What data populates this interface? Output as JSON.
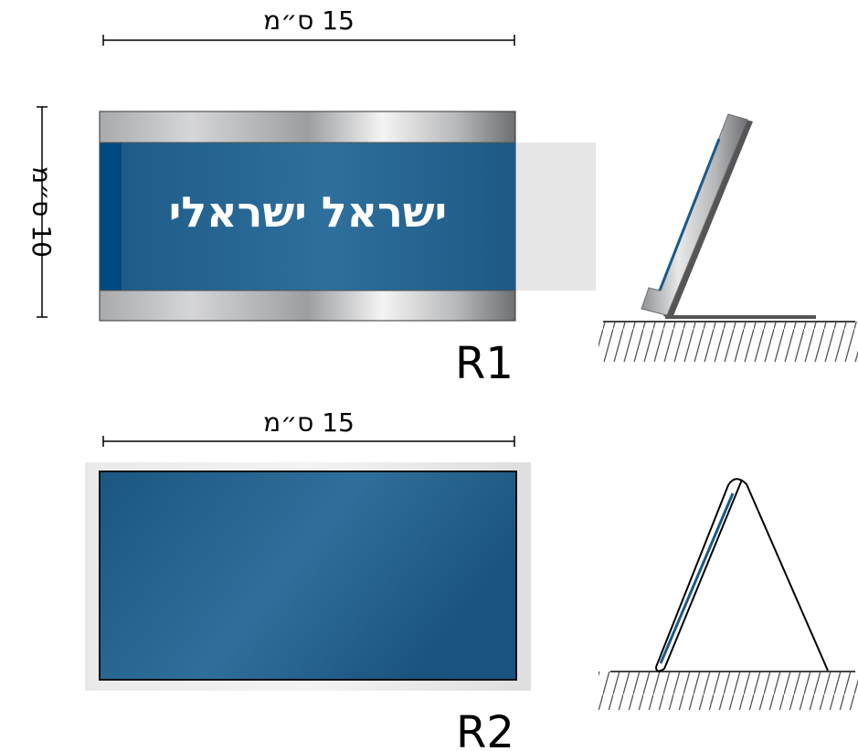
{
  "r1": {
    "width_label": "15 ס״מ",
    "height_label": "10 ס״מ",
    "name_text": "ישראל ישראלי",
    "model_label": "R1"
  },
  "r2": {
    "width_label": "15 ס״מ",
    "model_label": "R2"
  },
  "colors": {
    "panel_blue": "#2a6a96",
    "panel_blue_dark": "#1d5580",
    "edge_blue": "#004a80",
    "metal_light": "#f2f2f2",
    "metal_dark": "#7a7b7d",
    "text": "#000000",
    "insert_gray": "#e6e6e6"
  }
}
